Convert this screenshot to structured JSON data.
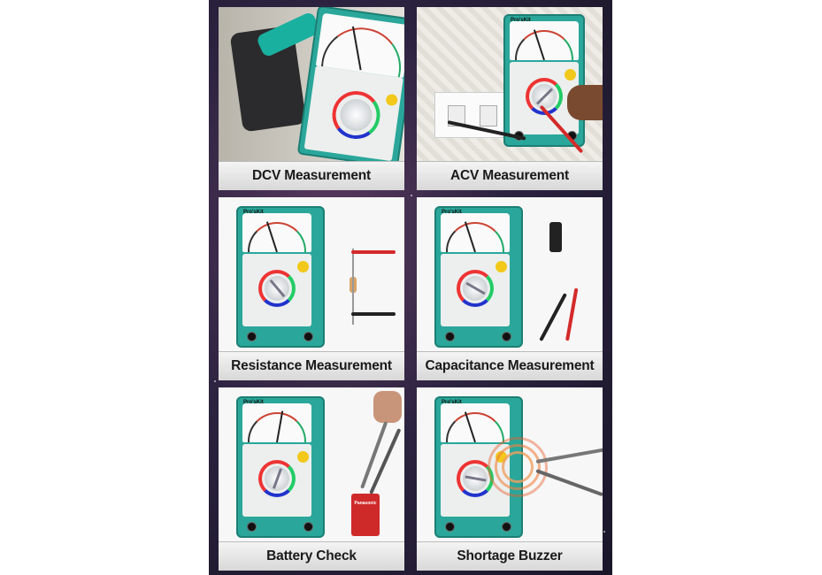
{
  "panels": [
    {
      "caption": "DCV Measurement",
      "scene": "dcv"
    },
    {
      "caption": "ACV Measurement",
      "scene": "acv"
    },
    {
      "caption": "Resistance Measurement",
      "scene": "resistance"
    },
    {
      "caption": "Capacitance Measurement",
      "scene": "capacitance"
    },
    {
      "caption": "Battery Check",
      "scene": "battery"
    },
    {
      "caption": "Shortage Buzzer",
      "scene": "buzzer"
    }
  ],
  "meter": {
    "brand": "Pro'sKit"
  },
  "battery": {
    "label": "Panasonic"
  },
  "colors": {
    "meter_body": "#2aa79a",
    "lead_red": "#d42a2a",
    "lead_black": "#222222"
  }
}
